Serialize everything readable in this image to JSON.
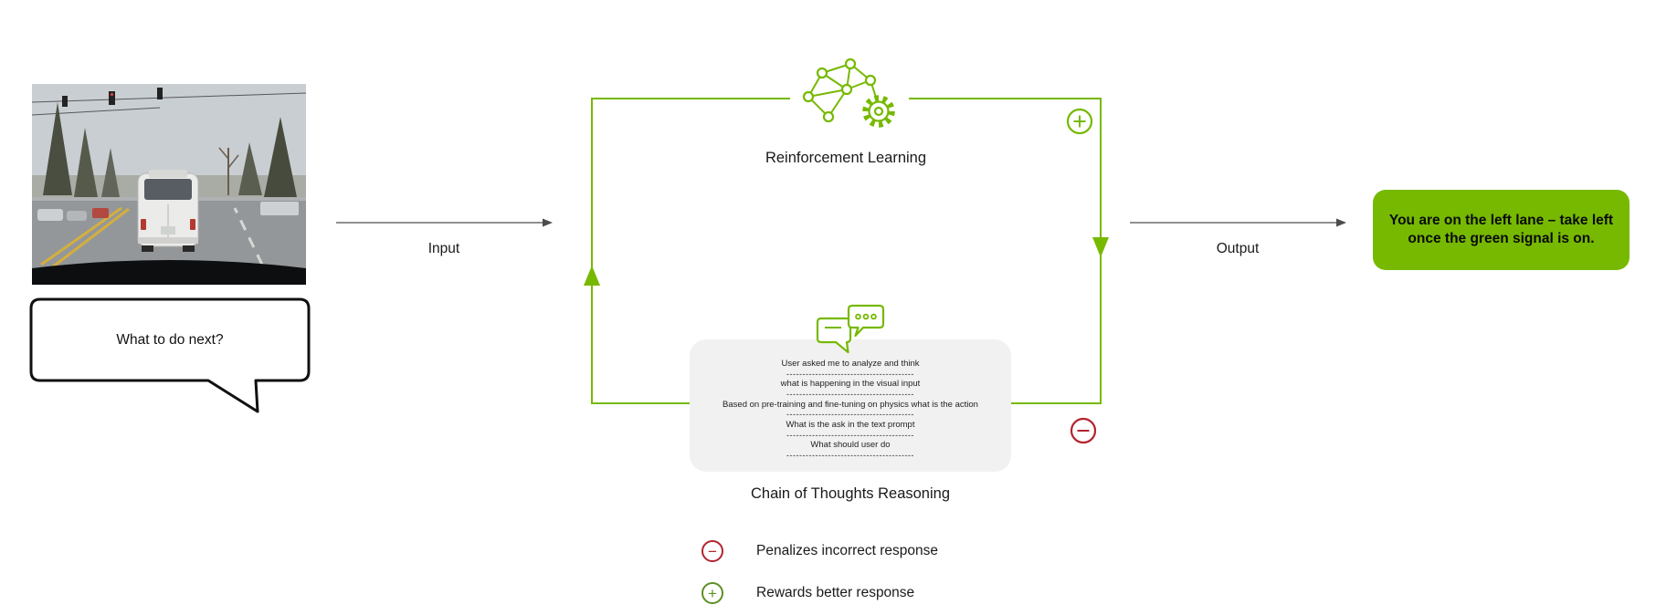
{
  "colors": {
    "accent_green": "#76b900",
    "penalty_red": "#b1232e",
    "arrow_gray": "#4d4d4d",
    "cot_box_bg": "#f1f1f2"
  },
  "input": {
    "question": "What to do next?",
    "arrow_label": "Input"
  },
  "loop": {
    "rl_label": "Reinforcement Learning",
    "cot_label": "Chain of Thoughts Reasoning",
    "thoughts": [
      "User asked me to analyze and think",
      "what is happening in the visual input",
      "Based on pre-training and fine-tuning on physics what is the action",
      "What is the ask in the text prompt",
      "What should user do"
    ],
    "divider": "----------------------------------------"
  },
  "output": {
    "arrow_label": "Output",
    "response": "You are on the left lane – take left once the green signal is on."
  },
  "legend": {
    "items": [
      {
        "glyph": "−",
        "label": "Penalizes incorrect response"
      },
      {
        "glyph": "+",
        "label": "Rewards better response"
      }
    ]
  }
}
